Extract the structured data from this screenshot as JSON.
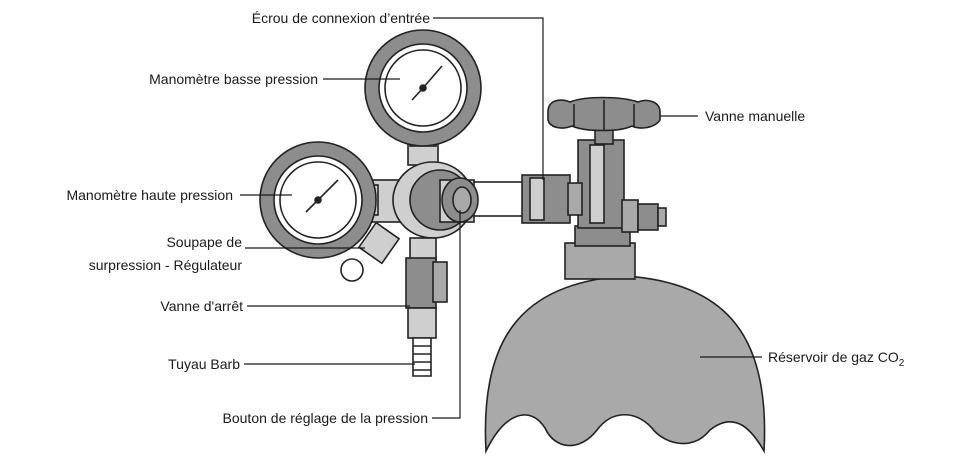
{
  "labels": {
    "inlet_nut": "Écrou de connexion d’entrée",
    "low_gauge": "Manomètre basse pression",
    "high_gauge": "Manomètre haute pression",
    "relief_line1": "Soupape de",
    "relief_line2": "surpression - Régulateur",
    "shutoff": "Vanne d'arrêt",
    "barb": "Tuyau Barb",
    "knob": "Bouton de réglage de la pression",
    "hand_valve": "Vanne manuelle",
    "tank_prefix": "Réservoir de gaz CO",
    "tank_sub": "2"
  },
  "colors": {
    "tank": "#a9a9a9",
    "metal_dark": "#8d8d8d",
    "metal_light": "#cfcfcf",
    "stroke": "#222222"
  }
}
